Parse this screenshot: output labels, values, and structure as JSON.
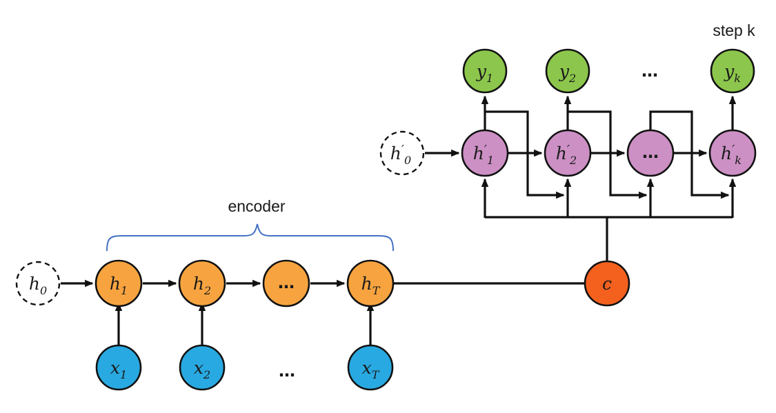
{
  "labels": {
    "encoder_brace": "encoder",
    "step_k": "step k",
    "input_row_ellipsis": "…",
    "output_row_ellipsis": "…"
  },
  "colors": {
    "encoder_hidden": "#F7A440",
    "encoder_input": "#29A9E1",
    "decoder_hidden": "#CC90C4",
    "decoder_output": "#8CC64C",
    "context": "#F4611E",
    "edge": "#111111",
    "brace": "#4472C4",
    "background": "#FFFFFF"
  },
  "encoder": {
    "initial_state": {
      "base": "h",
      "sub": "0"
    },
    "hidden_states": [
      {
        "base": "h",
        "sub": "1"
      },
      {
        "base": "h",
        "sub": "2"
      },
      {
        "base": "…",
        "sub": ""
      },
      {
        "base": "h",
        "sub": "T"
      }
    ],
    "inputs": [
      {
        "base": "x",
        "sub": "1"
      },
      {
        "base": "x",
        "sub": "2"
      },
      {
        "base": "x",
        "sub": "T"
      }
    ]
  },
  "decoder": {
    "initial_state": {
      "base": "h",
      "prime": "′",
      "sub": "0"
    },
    "hidden_states": [
      {
        "base": "h",
        "prime": "′",
        "sub": "1"
      },
      {
        "base": "h",
        "prime": "′",
        "sub": "2"
      },
      {
        "base": "…",
        "prime": "",
        "sub": ""
      },
      {
        "base": "h",
        "prime": "′",
        "sub": "k"
      }
    ],
    "outputs": [
      {
        "base": "y",
        "sub": "1"
      },
      {
        "base": "y",
        "sub": "2"
      },
      {
        "base": "y",
        "sub": "k"
      }
    ]
  },
  "context": {
    "base": "c"
  }
}
